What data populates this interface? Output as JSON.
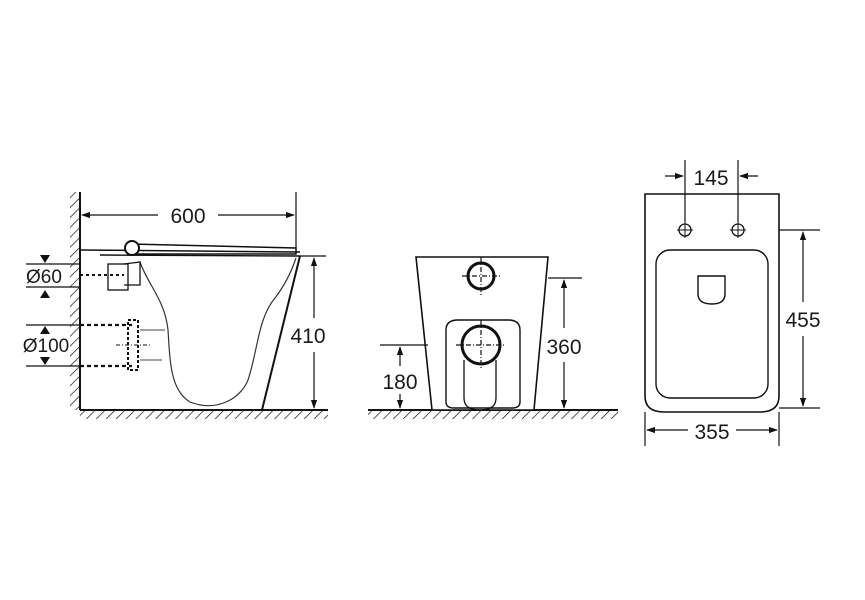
{
  "side_view": {
    "width_dim": "600",
    "height_dim": "410",
    "supply_dim": "Ø60",
    "outlet_dim": "Ø100"
  },
  "front_view": {
    "height_dim": "360",
    "outlet_height_dim": "180"
  },
  "top_view": {
    "hole_spacing_dim": "145",
    "length_dim": "455",
    "width_dim": "355"
  }
}
